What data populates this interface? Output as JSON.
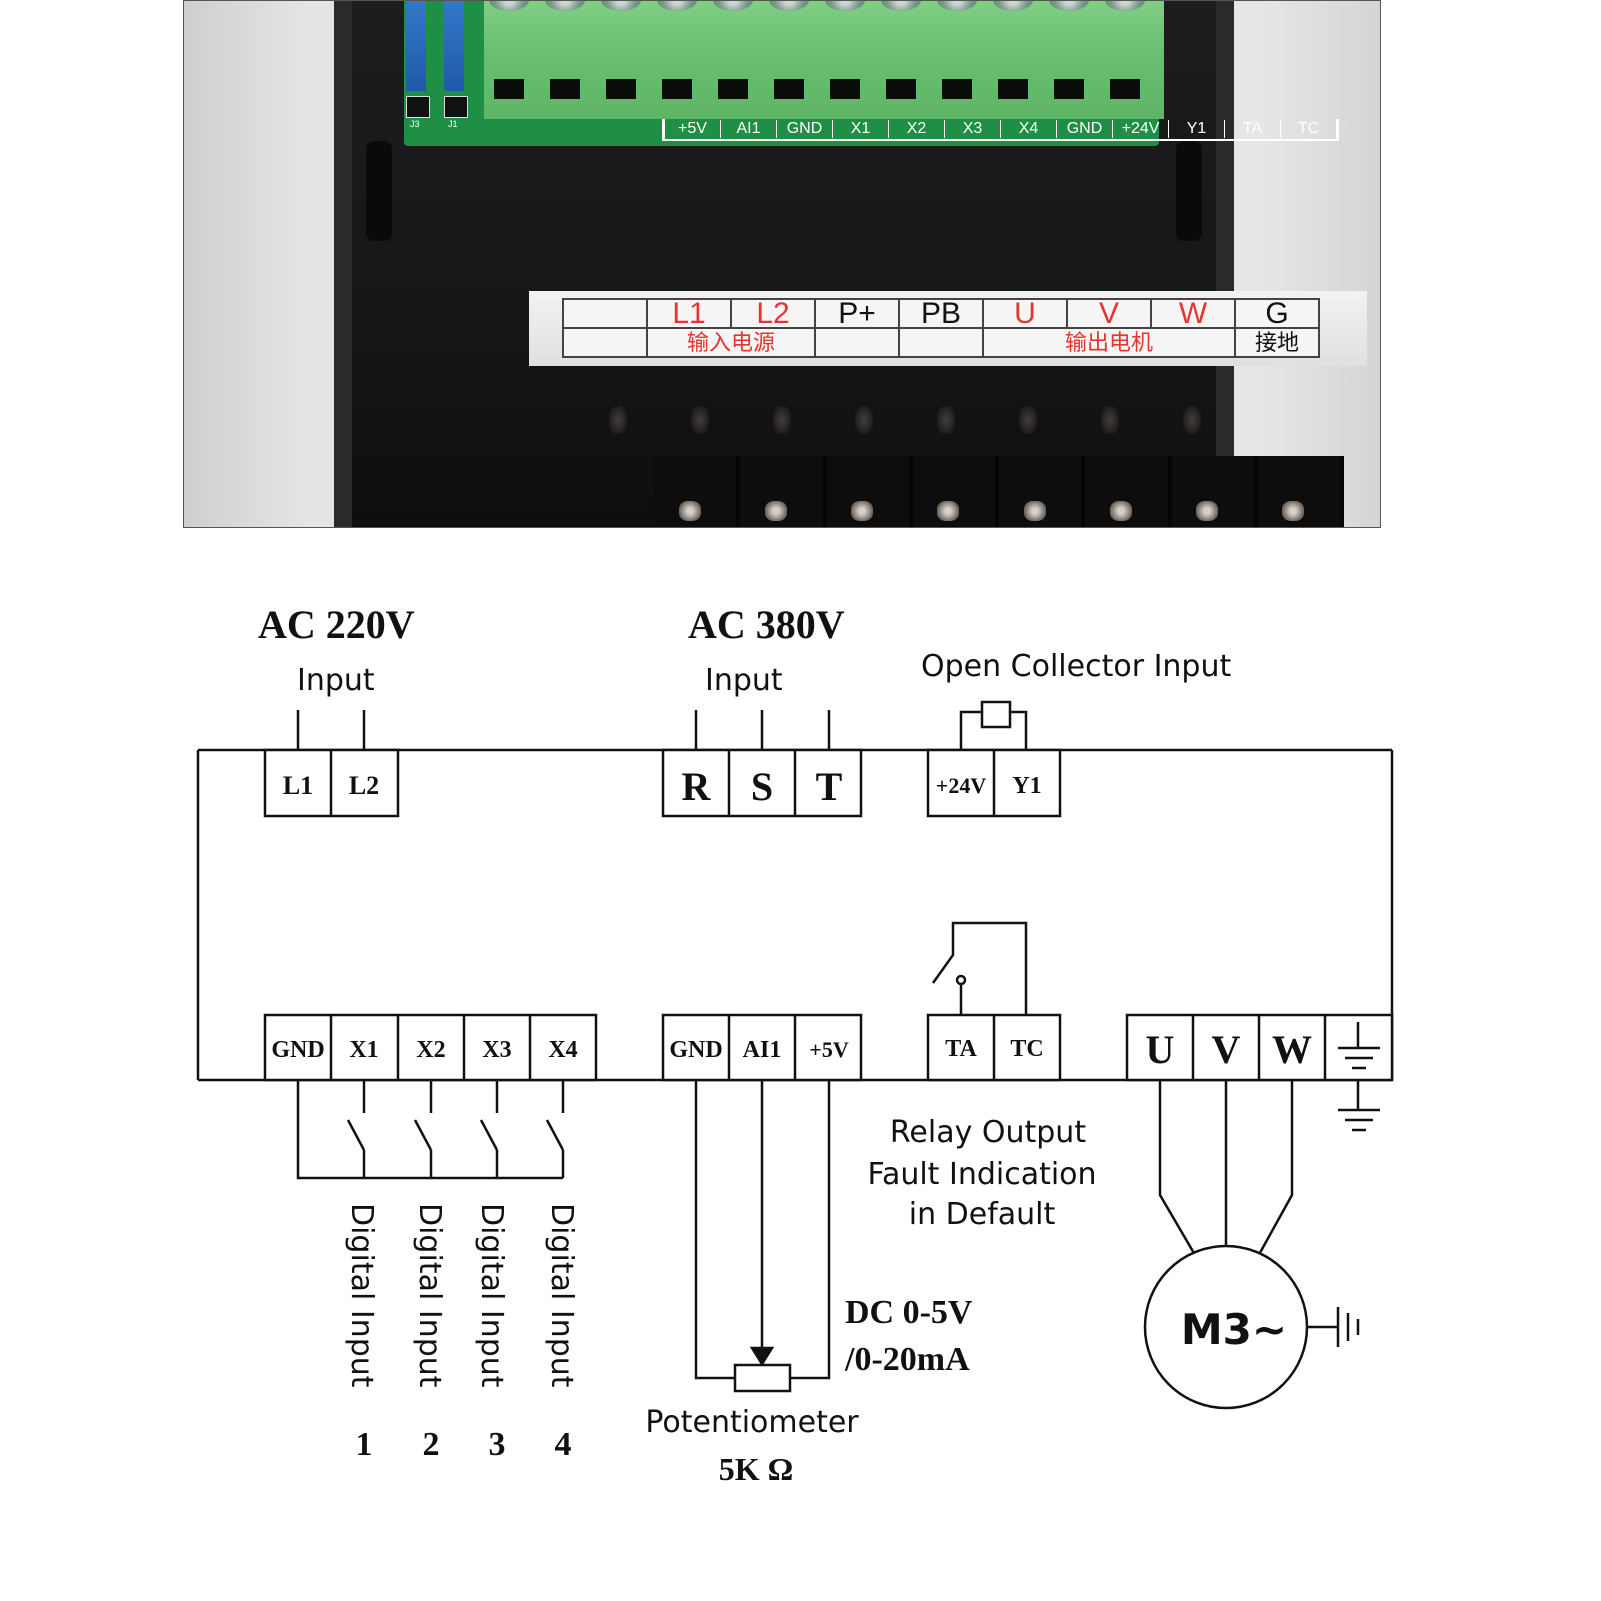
{
  "photo": {
    "description": "VFD terminal area photo",
    "control_terminal_labels": [
      "+5V",
      "AI1",
      "GND",
      "X1",
      "X2",
      "X3",
      "X4",
      "GND",
      "+24V",
      "Y1",
      "TA",
      "TC"
    ],
    "jumper_labels": [
      "J3",
      "J1"
    ],
    "power_strip": {
      "top_row": [
        {
          "label": "",
          "color": "black"
        },
        {
          "label": "L1",
          "color": "red"
        },
        {
          "label": "L2",
          "color": "red"
        },
        {
          "label": "P+",
          "color": "black"
        },
        {
          "label": "PB",
          "color": "black"
        },
        {
          "label": "U",
          "color": "red"
        },
        {
          "label": "V",
          "color": "red"
        },
        {
          "label": "W",
          "color": "red"
        },
        {
          "label": "G",
          "color": "black"
        }
      ],
      "bottom_row": {
        "input_power": "输入电源",
        "output_motor": "输出电机",
        "ground": "接地"
      }
    }
  },
  "diagram": {
    "ac220": {
      "title": "AC 220V",
      "subtitle": "Input",
      "terminals": [
        "L1",
        "L2"
      ]
    },
    "ac380": {
      "title": "AC 380V",
      "subtitle": "Input",
      "terminals": [
        "R",
        "S",
        "T"
      ]
    },
    "open_collector": {
      "title": "Open Collector Input",
      "terminals": [
        "+24V",
        "Y1"
      ]
    },
    "digital_inputs": {
      "terminals": [
        "GND",
        "X1",
        "X2",
        "X3",
        "X4"
      ],
      "labels": [
        "Digital Input",
        "Digital Input",
        "Digital Input",
        "Digital Input"
      ],
      "numbers": [
        "1",
        "2",
        "3",
        "4"
      ]
    },
    "analog_input": {
      "terminals": [
        "GND",
        "AI1",
        "+5V"
      ],
      "range_line1": "DC 0-5V",
      "range_line2": "/0-20mA",
      "pot_label": "Potentiometer",
      "pot_value": "5K Ω"
    },
    "relay": {
      "terminals": [
        "TA",
        "TC"
      ],
      "caption_line1": "Relay Output",
      "caption_line2": "Fault Indication",
      "caption_line3": "in Default"
    },
    "motor_output": {
      "terminals": [
        "U",
        "V",
        "W"
      ],
      "ground_symbol": "ground-icon",
      "motor_label": "M3~"
    }
  },
  "colors": {
    "label_red": "#e8332e",
    "terminal_green": "#69bf70",
    "pcb_green": "#1f8f46",
    "housing": "#161618",
    "line": "#111111"
  }
}
